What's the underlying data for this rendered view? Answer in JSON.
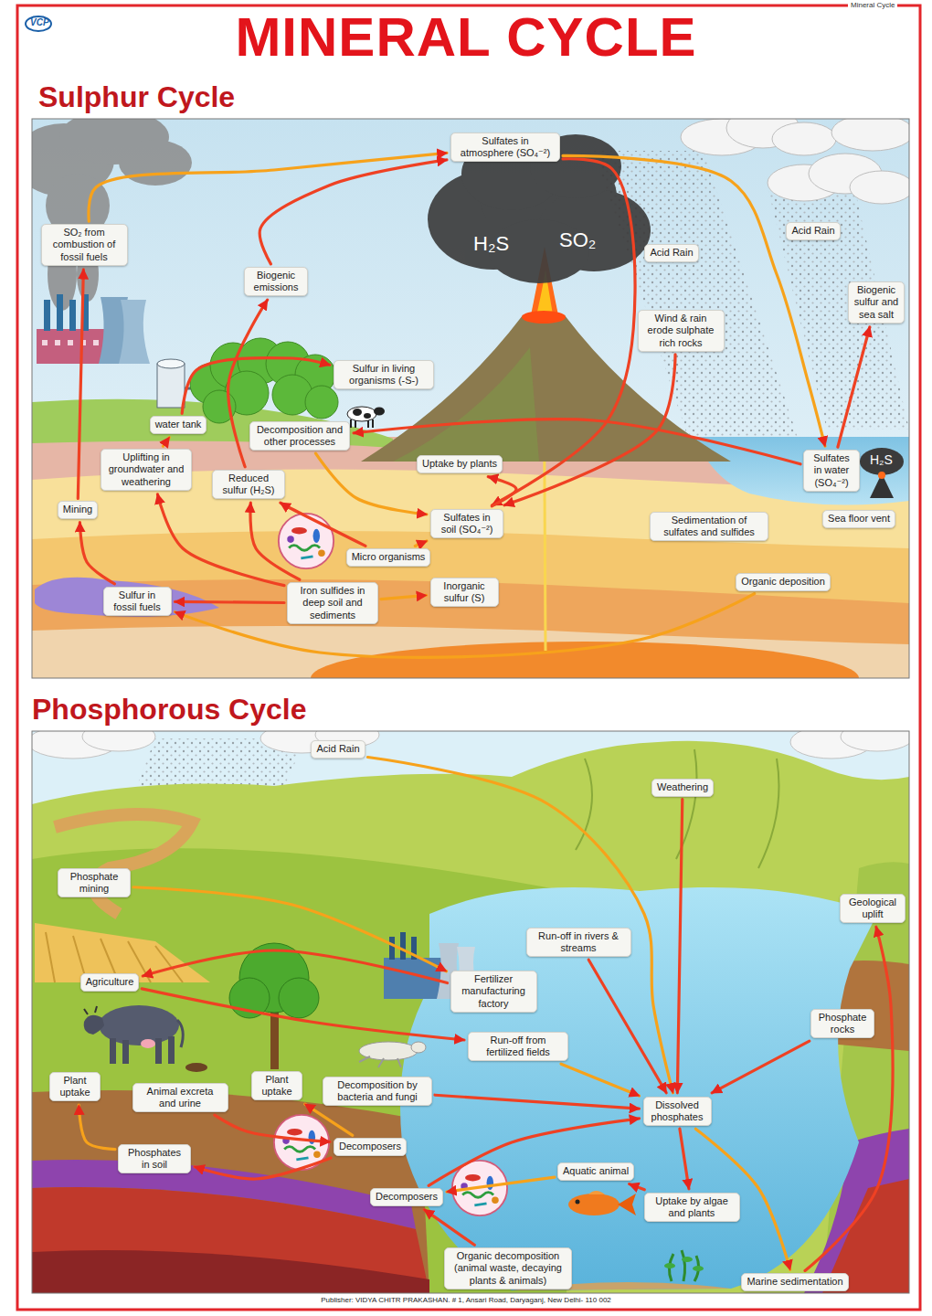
{
  "diagram": {
    "title": "MINERAL CYCLE",
    "caption": "Publisher: VIDYA CHITR PRAKASHAN. # 1, Ansari Road, Daryaganj, New Delhi- 110 002",
    "nodes": [
      {
        "text": [
          "SO₂ from combustion of fossil fuels"
        ]
      },
      {
        "text": [
          "Biogenic emissions"
        ]
      },
      {
        "text": [
          "Sulfates in atmosphere (SO₄⁻²)"
        ]
      },
      {
        "text": [
          "Acid Rain"
        ]
      },
      {
        "text": [
          "Acid Rain"
        ]
      },
      {
        "text": [
          "Wind & rain erode sulphate rich rocks"
        ]
      },
      {
        "text": [
          "Biogenic sulfur and sea salt"
        ]
      },
      {
        "text": [
          "Sulfur in living organisms (-S-)"
        ]
      },
      {
        "text": [
          "water tank"
        ]
      },
      {
        "text": [
          "Decomposition and other processes"
        ]
      },
      {
        "text": [
          "Uplifting in groundwater and weathering"
        ]
      },
      {
        "text": [
          "Reduced sulfur (H₂S)"
        ]
      },
      {
        "text": [
          "Uptake by plants"
        ]
      },
      {
        "text": [
          "Sulfates in water (SO₄⁻²)"
        ]
      },
      {
        "text": [
          "Mining"
        ]
      },
      {
        "text": [
          "Sulfates in soil (SO₄⁻²)"
        ]
      },
      {
        "text": [
          "Sedimentation of sulfates and sulfides"
        ]
      },
      {
        "text": [
          "Sea floor vent"
        ]
      },
      {
        "text": [
          "Micro organisms"
        ]
      },
      {
        "text": [
          "Inorganic sulfur (S)"
        ]
      },
      {
        "text": [
          "Organic deposition"
        ]
      },
      {
        "text": [
          "Iron sulfides in deep soil and sediments"
        ]
      },
      {
        "text": [
          "Sulfur in fossil fuels"
        ]
      },
      {
        "text": [
          "Acid Rain"
        ]
      },
      {
        "text": [
          "Weathering"
        ]
      },
      {
        "text": [
          "Phosphate mining"
        ]
      },
      {
        "text": [
          "Geological uplift"
        ]
      },
      {
        "text": [
          "Run-off in rivers & streams"
        ]
      },
      {
        "text": [
          "Agriculture"
        ]
      },
      {
        "text": [
          "Fertilizer manufacturing factory"
        ]
      },
      {
        "text": [
          "Phosphate rocks"
        ]
      },
      {
        "text": [
          "Run-off from fertilized fields"
        ]
      },
      {
        "text": [
          "Plant uptake"
        ]
      },
      {
        "text": [
          "Animal excreta and urine"
        ]
      },
      {
        "text": [
          "Plant uptake"
        ]
      },
      {
        "text": [
          "Decomposition by bacteria and fungi"
        ]
      },
      {
        "text": [
          "Dissolved phosphates"
        ]
      },
      {
        "text": [
          "Decomposers"
        ]
      },
      {
        "text": [
          "Phosphates in soil"
        ]
      },
      {
        "text": [
          "Aquatic animal"
        ]
      },
      {
        "text": [
          "Decomposers"
        ]
      },
      {
        "text": [
          "Uptake by algae and plants"
        ]
      },
      {
        "text": [
          "Organic decomposition (animal waste, decaying plants & animals)"
        ]
      },
      {
        "text": [
          "Marine sedimentation"
        ]
      }
    ],
    "edges": [
      {
        "from": 0,
        "to": 2,
        "arrow": "to"
      },
      {
        "from": 1,
        "to": 2,
        "arrow": "to"
      },
      {
        "from": 2,
        "to": 15,
        "arrow": "to"
      },
      {
        "from": 2,
        "to": 13,
        "arrow": "to"
      },
      {
        "from": 14,
        "to": 0,
        "arrow": "to"
      },
      {
        "from": 22,
        "to": 14,
        "arrow": "to"
      },
      {
        "from": 10,
        "to": 8,
        "arrow": "to"
      },
      {
        "from": 8,
        "to": 7,
        "arrow": "to"
      },
      {
        "from": 11,
        "to": 1,
        "arrow": "to"
      },
      {
        "from": 9,
        "to": 15,
        "arrow": "to"
      },
      {
        "from": 15,
        "to": 12,
        "arrow": "to"
      },
      {
        "from": 18,
        "to": 11,
        "arrow": "to"
      },
      {
        "from": 18,
        "to": 15,
        "arrow": "to"
      },
      {
        "from": 21,
        "to": 11,
        "arrow": "to"
      },
      {
        "from": 21,
        "to": 10,
        "arrow": "to"
      },
      {
        "from": 21,
        "to": 19,
        "arrow": "to"
      },
      {
        "from": 13,
        "to": 9,
        "arrow": "to"
      },
      {
        "from": 13,
        "to": 6,
        "arrow": "to"
      },
      {
        "from": 20,
        "to": 22,
        "arrow": "to"
      },
      {
        "from": 5,
        "to": 15,
        "arrow": "to"
      },
      {
        "from": 21,
        "to": 22,
        "arrow": "to"
      },
      {
        "from": 25,
        "to": 29,
        "arrow": "to"
      },
      {
        "from": 29,
        "to": 28,
        "arrow": "to"
      },
      {
        "from": 28,
        "to": 31,
        "arrow": "to"
      },
      {
        "from": 31,
        "to": 36,
        "arrow": "to"
      },
      {
        "from": 27,
        "to": 36,
        "arrow": "to"
      },
      {
        "from": 24,
        "to": 36,
        "arrow": "to"
      },
      {
        "from": 23,
        "to": 36,
        "arrow": "to"
      },
      {
        "from": 30,
        "to": 36,
        "arrow": "to"
      },
      {
        "from": 36,
        "to": 41,
        "arrow": "to"
      },
      {
        "from": 36,
        "to": 43,
        "arrow": "to"
      },
      {
        "from": 43,
        "to": 26,
        "arrow": "to"
      },
      {
        "from": 41,
        "to": 39,
        "arrow": "to"
      },
      {
        "from": 39,
        "to": 40,
        "arrow": "to"
      },
      {
        "from": 42,
        "to": 40,
        "arrow": "to"
      },
      {
        "from": 40,
        "to": 36,
        "arrow": "to"
      },
      {
        "from": 38,
        "to": 32,
        "arrow": "to"
      },
      {
        "from": 33,
        "to": 37,
        "arrow": "to"
      },
      {
        "from": 37,
        "to": 38,
        "arrow": "to"
      },
      {
        "from": 37,
        "to": 34,
        "arrow": "to"
      },
      {
        "from": 35,
        "to": 36,
        "arrow": "to"
      }
    ],
    "labels": [
      "Mineral Cycle",
      "VCP",
      "Sulphur Cycle",
      "H₂S",
      "SO₂",
      "H₂S",
      "Phosphorous Cycle"
    ]
  }
}
